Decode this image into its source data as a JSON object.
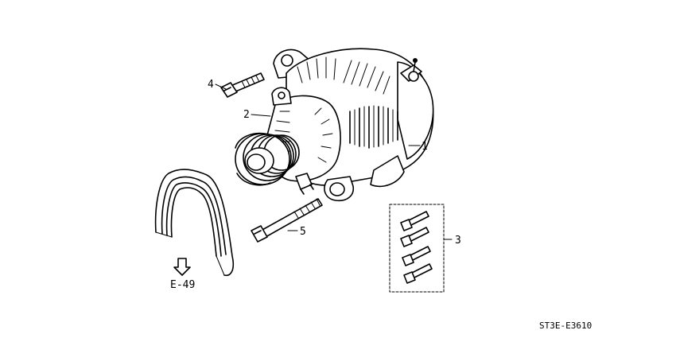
{
  "callouts": {
    "part1": "1",
    "part2": "2",
    "part3": "3",
    "part4": "4",
    "part5": "5"
  },
  "reference": {
    "label": "E-49",
    "arrow_icon": "down-arrow-icon"
  },
  "diagram_code": "ST3E-E3610"
}
